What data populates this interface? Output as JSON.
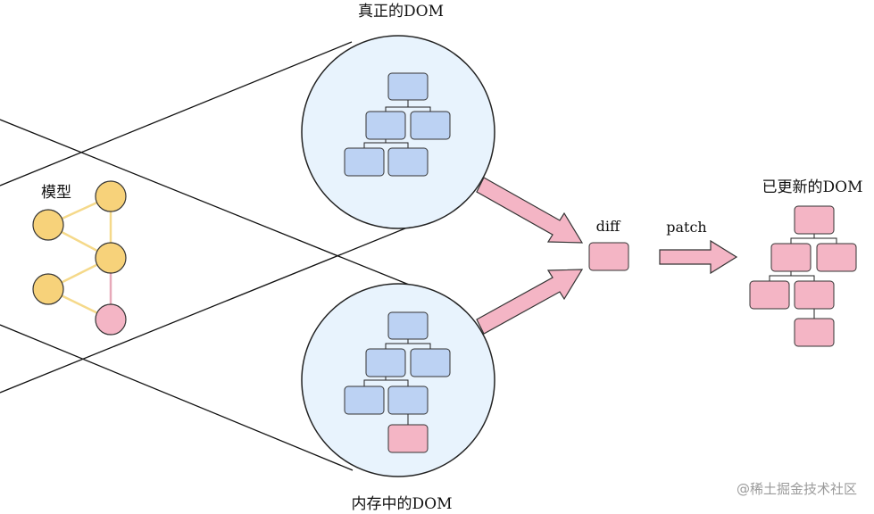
{
  "labels": {
    "real_dom": "真正的DOM",
    "memory_dom": "内存中的DOM",
    "model": "模型",
    "diff": "diff",
    "patch": "patch",
    "updated_dom": "已更新的DOM"
  },
  "watermark": "@稀土掘金技术社区",
  "colors": {
    "circle_fill": "#e8f3fd",
    "node_blue": "#bcd2f3",
    "node_pink": "#f4b5c5",
    "node_yellow": "#f7d27a",
    "edge_yellow": "#f5d98a",
    "edge_pink": "#e7a9b9",
    "arrow_fill": "#f4b5c5",
    "stroke": "#222222",
    "watermark": "#9a9a9a"
  }
}
